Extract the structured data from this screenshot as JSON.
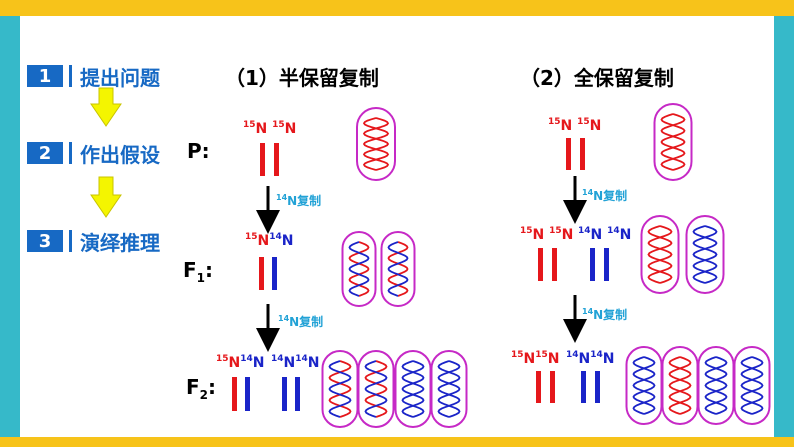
{
  "steps": [
    {
      "num": "1",
      "label": "提出问题"
    },
    {
      "num": "2",
      "label": "作出假设"
    },
    {
      "num": "3",
      "label": "演绎推理"
    }
  ],
  "semi": {
    "title": "（1）半保留复制",
    "gen_labels": {
      "p": "P:",
      "f1": "F",
      "f1_sub": "1",
      "f1_colon": ":",
      "f2": "F",
      "f2_sub": "2",
      "f2_colon": ":"
    },
    "p_label": {
      "a_mass": "15",
      "a_el": "N",
      "b_mass": "15",
      "b_el": "N"
    },
    "f1_label": {
      "a_mass": "15",
      "a_el": "N",
      "b_mass": "14",
      "b_el": "N"
    },
    "f2_label1": {
      "a_mass": "15",
      "a_el": "N",
      "b_mass": "14",
      "b_el": "N"
    },
    "f2_label2": {
      "a_mass": "14",
      "a_el": "N",
      "b_mass": "14",
      "b_el": "N"
    },
    "copy1": {
      "mass": "14",
      "text": "N复制"
    },
    "copy2": {
      "mass": "14",
      "text": "N复制"
    }
  },
  "cons": {
    "title": "（2）全保留复制",
    "p_label": {
      "a_mass": "15",
      "a_el": "N",
      "b_mass": "15",
      "b_el": "N"
    },
    "f1_label1": {
      "a_mass": "15",
      "a_el": "N",
      "b_mass": "15",
      "b_el": "N"
    },
    "f1_label2": {
      "a_mass": "14",
      "a_el": "N",
      "b_mass": "14",
      "b_el": "N"
    },
    "f2_label1": {
      "a_mass": "15",
      "a_el": "N",
      "b_mass": "15",
      "b_el": "N"
    },
    "f2_label2": {
      "a_mass": "14",
      "a_el": "N",
      "b_mass": "14",
      "b_el": "N"
    },
    "copy1": {
      "mass": "14",
      "text": "N复制"
    },
    "copy2": {
      "mass": "14",
      "text": "N复制"
    }
  },
  "colors": {
    "heavy_n15": "#e5171b",
    "light_n14": "#1a24c8",
    "step_blue": "#1769c4",
    "copy_label": "#22a2d6",
    "frame_yellow": "#f7c31a",
    "frame_teal": "#36b9c9",
    "arrow_fill": "#f4f500",
    "helix_outline": "#c629c6"
  }
}
